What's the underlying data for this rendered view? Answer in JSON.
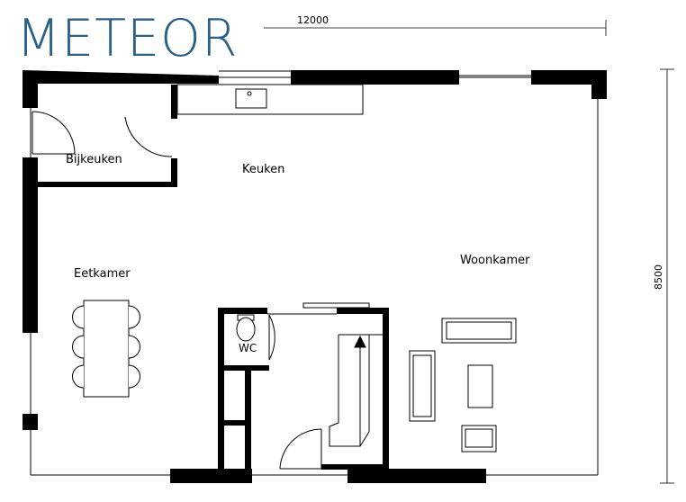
{
  "brand": {
    "logo_text": "METEOR",
    "logo_color": "#2a5f86"
  },
  "dimensions": {
    "width_label": "12000",
    "depth_label": "8500"
  },
  "rooms": {
    "bijkeuken": "Bijkeuken",
    "keuken": "Keuken",
    "eetkamer": "Eetkamer",
    "woonkamer": "Woonkamer",
    "wc": "WC"
  },
  "colors": {
    "wall": "#000000",
    "line": "#000000",
    "background": "#ffffff"
  }
}
